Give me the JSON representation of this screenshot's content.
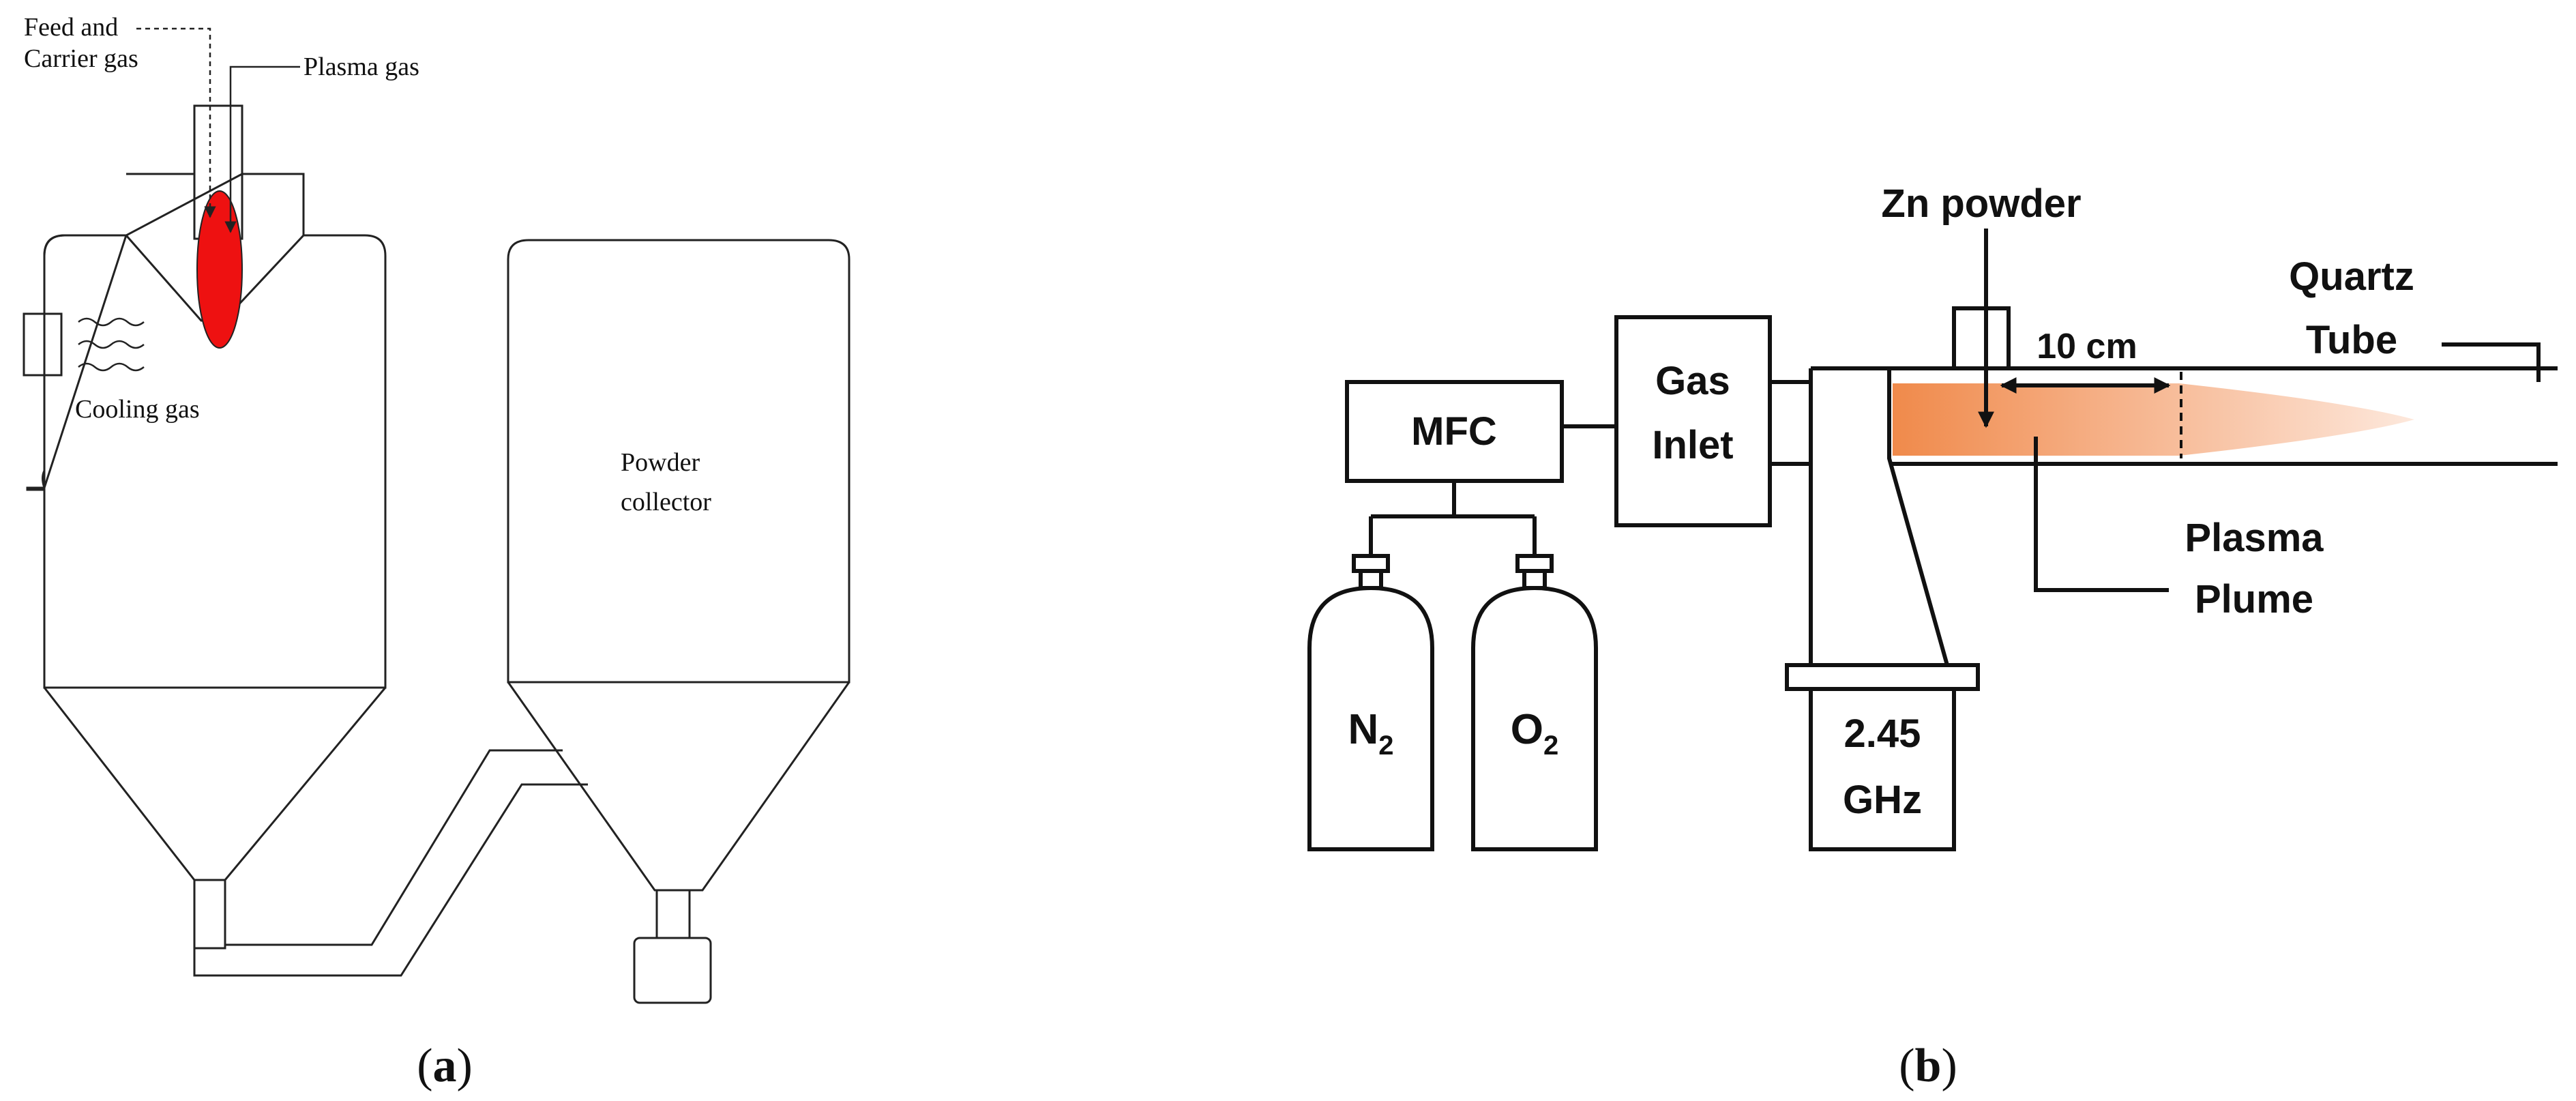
{
  "panel_a": {
    "caption": {
      "open": "(",
      "letter": "a",
      "close": ")"
    },
    "labels": {
      "feed_line1": "Feed and",
      "feed_line2": "Carrier gas",
      "plasma_gas": "Plasma gas",
      "cooling_gas": "Cooling gas",
      "collector_line1": "Powder",
      "collector_line2": "collector"
    },
    "colors": {
      "plasma_flame": "#ee1111",
      "outline": "#222222"
    }
  },
  "panel_b": {
    "caption": {
      "open": "(",
      "letter": "b",
      "close": ")"
    },
    "labels": {
      "mfc": "MFC",
      "gas_inlet_line1": "Gas",
      "gas_inlet_line2": "Inlet",
      "n2_base": "N",
      "n2_sub": "2",
      "o2_base": "O",
      "o2_sub": "2",
      "freq_line1": "2.45",
      "freq_line2": "GHz",
      "zn_powder": "Zn powder",
      "distance": "10 cm",
      "quartz_line1": "Quartz",
      "quartz_line2": "Tube",
      "plume_line1": "Plasma",
      "plume_line2": "Plume"
    },
    "colors": {
      "plume_start": "#f08a4b",
      "plume_end": "#fde8dc",
      "outline": "#111111"
    }
  }
}
